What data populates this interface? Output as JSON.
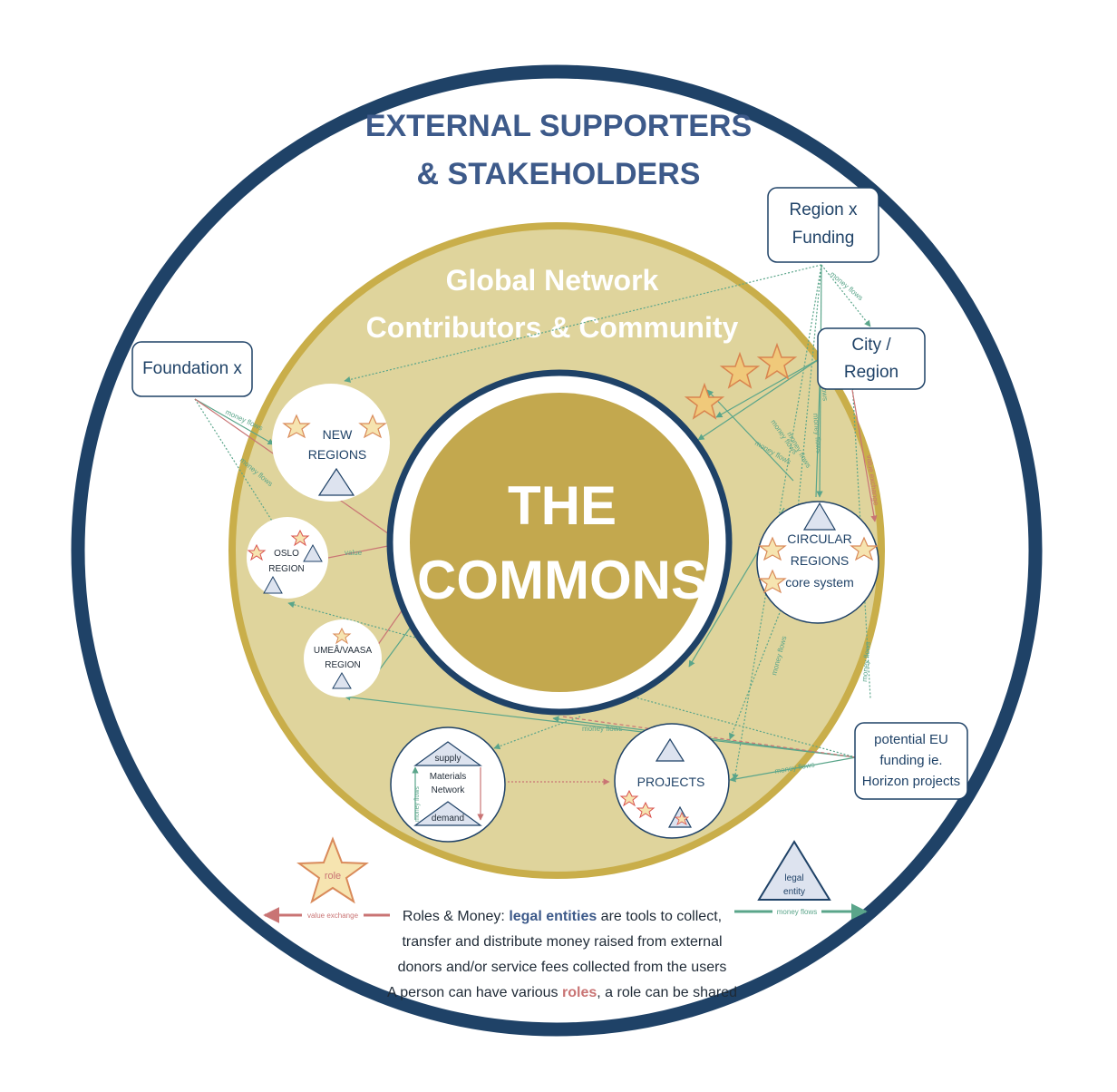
{
  "outer": {
    "title_line1": "EXTERNAL SUPPORTERS",
    "title_line2": "& STAKEHOLDERS"
  },
  "ring": {
    "title_line1": "Global Network",
    "title_line2": "Contributors & Community"
  },
  "commons": {
    "line1": "THE",
    "line2": "COMMONS"
  },
  "external": {
    "region_funding": [
      "Region x",
      "Funding"
    ],
    "city_region": [
      "City /",
      "Region"
    ],
    "foundation": "Foundation x",
    "eu_funding": [
      "potential EU",
      "funding ie.",
      "Horizon projects"
    ]
  },
  "nodes": {
    "new_regions": [
      "NEW",
      "REGIONS"
    ],
    "oslo": [
      "OSLO",
      "REGION"
    ],
    "umea": [
      "UMEÅ/VAASA",
      "REGION"
    ],
    "circular": [
      "CIRCULAR",
      "REGIONS",
      "core system"
    ],
    "materials": {
      "supply": "supply",
      "center": [
        "Materials",
        "Network"
      ],
      "demand": "demand"
    },
    "projects": "PROJECTS"
  },
  "flow_labels": {
    "money": "money flows",
    "value": "value",
    "value_exchange": "value exchange"
  },
  "legend": {
    "role": "role",
    "legal_entity": [
      "legal",
      "entity"
    ],
    "value_exchange": "value exchange",
    "money_flows": "money flows",
    "line1_prefix": "Roles & Money: ",
    "line1_bold": "legal entities",
    "line1_suffix": " are tools to collect,",
    "line2": "transfer and distribute money raised from external",
    "line3": "donors and/or service fees collected from the users",
    "line4_prefix": "A person can have various ",
    "line4_bold": "roles",
    "line4_suffix": ", a role can be shared"
  },
  "colors": {
    "navy": "#1f4267",
    "gold": "#c9ae4a",
    "gold_light": "#dfd49c",
    "money_green": "#5aa58a",
    "value_red": "#c97474",
    "star_fill": "#f6e4b0",
    "star_stroke": "#d98a5a"
  }
}
